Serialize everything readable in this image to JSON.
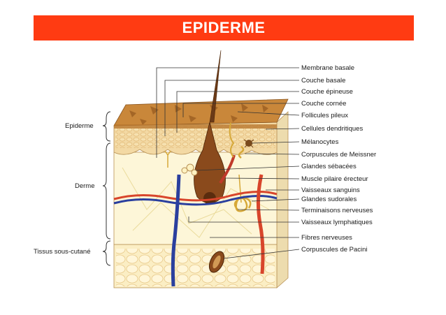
{
  "title": "EPIDERME",
  "layers": {
    "epiderme": "Epiderme",
    "derme": "Derme",
    "hypoderme": "Tissus sous-cutané"
  },
  "labels": [
    "Membrane basale",
    "Couche basale",
    "Couche épineuse",
    "Couche cornée",
    "Follicules pileux",
    "Cellules dendritiques",
    "Mélanocytes",
    "Corpuscules de Meissner",
    "Glandes sébacées",
    "Muscle pilaire érecteur",
    "Vaisseaux sanguins",
    "Glandes sudorales",
    "Terminaisons nerveuses",
    "Vaisseaux lymphatiques",
    "Fibres nerveuses",
    "Corpuscules de Pacini"
  ],
  "colors": {
    "title_bg": "#ff3b12",
    "corneum": "#c9873a",
    "epidermis": "#f3d9a4",
    "dermis": "#fdf6d8",
    "hypodermis": "#fbeec4",
    "hair": "#6b3a17",
    "artery": "#d8452b",
    "vein": "#2a3f9e"
  }
}
